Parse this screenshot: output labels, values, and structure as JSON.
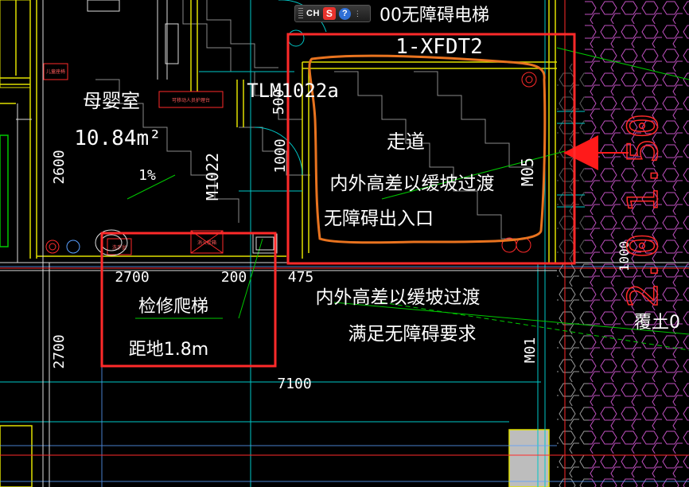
{
  "ime_toolbar": {
    "lang_label": "CH",
    "brand_glyph": "S",
    "help_glyph": "?",
    "more_glyph": "⋮"
  },
  "drawing": {
    "room_name": "母婴室",
    "room_area": "10.84m²",
    "elevator_label": "00无障碍电梯",
    "elevator_code": "1-XFDT2",
    "door_tlm": "TLM1022a",
    "door_m1022": "M1022",
    "door_m05": "M05",
    "door_m01": "M01",
    "slope": "1%",
    "corridor_label": "走道",
    "corridor_note_1": "内外高差以缓坡过渡",
    "corridor_note_2": "无障碍出入口",
    "outer_note_1": "内外高差以缓坡过渡",
    "outer_note_2": "满足无障碍要求",
    "ladder_label": "检修爬梯",
    "ladder_height": "距地1.8m",
    "dim_2700_top": "2700",
    "dim_200": "200",
    "dim_475": "475",
    "dim_2700_left": "2700",
    "dim_2600": "2600",
    "dim_1000_a": "1000",
    "dim_1000_b": "1000",
    "dim_500": "500",
    "dim_7100": "7100",
    "cover_label": "覆土0",
    "big_red_number": "1.50",
    "big_red_number_2": "2.0",
    "small_sign_1": "可移动人员护理台",
    "small_sign_2": "儿童座椅",
    "small_sign_3": "消火栓箱",
    "small_sign_4": "洗手盆"
  },
  "colors": {
    "markup_red": "#ff2a2a",
    "markup_orange": "#e8731f",
    "wall_yellow": "#e0e000",
    "line_green": "#00c800",
    "line_cyan": "#00c8c8",
    "hatch_magenta": "#c050c0"
  }
}
